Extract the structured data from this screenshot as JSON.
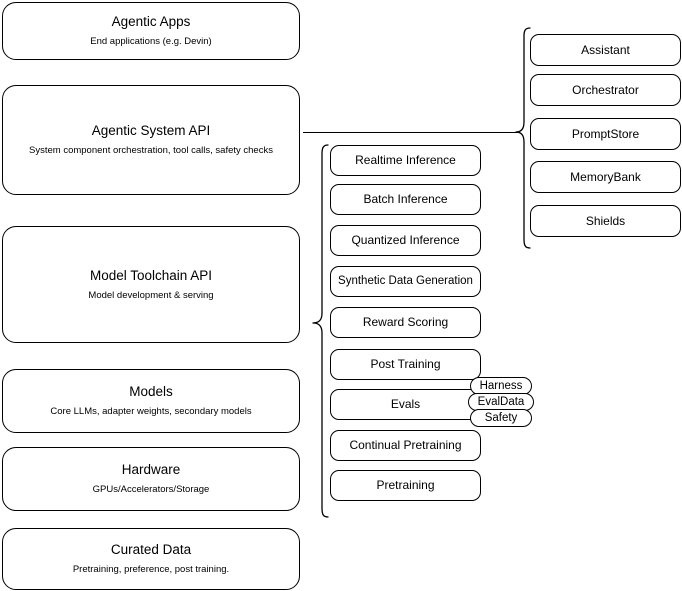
{
  "diagram": {
    "title": "AI Stack Layers Diagram",
    "background_color": "#ffffff",
    "line_color": "#000000"
  },
  "layers": [
    {
      "name": "agentic-apps",
      "title": "Agentic Apps",
      "subtitle": "End applications (e.g. Devin)"
    },
    {
      "name": "agentic-system-api",
      "title": "Agentic System API",
      "subtitle": "System component orchestration, tool calls, safety checks"
    },
    {
      "name": "model-toolchain-api",
      "title": "Model Toolchain API",
      "subtitle": "Model development & serving"
    },
    {
      "name": "models",
      "title": "Models",
      "subtitle": "Core LLMs, adapter weights, secondary models"
    },
    {
      "name": "hardware",
      "title": "Hardware",
      "subtitle": "GPUs/Accelerators/Storage"
    },
    {
      "name": "curated-data",
      "title": "Curated Data",
      "subtitle": "Pretraining, preference, post training."
    }
  ],
  "agentic_components": [
    {
      "name": "assistant",
      "label": "Assistant"
    },
    {
      "name": "orchestrator",
      "label": "Orchestrator"
    },
    {
      "name": "promptstore",
      "label": "PromptStore"
    },
    {
      "name": "memorybank",
      "label": "MemoryBank"
    },
    {
      "name": "shields",
      "label": "Shields"
    }
  ],
  "toolchain_components": [
    {
      "name": "realtime-inference",
      "label": "Realtime Inference"
    },
    {
      "name": "batch-inference",
      "label": "Batch Inference"
    },
    {
      "name": "quantized-inference",
      "label": "Quantized Inference"
    },
    {
      "name": "synthetic-data-generation",
      "label": "Synthetic Data Generation"
    },
    {
      "name": "reward-scoring",
      "label": "Reward Scoring"
    },
    {
      "name": "post-training",
      "label": "Post Training"
    },
    {
      "name": "evals",
      "label": "Evals"
    },
    {
      "name": "continual-pretraining",
      "label": "Continual Pretraining"
    },
    {
      "name": "pretraining",
      "label": "Pretraining"
    }
  ],
  "evals_tags": [
    {
      "name": "harness",
      "label": "Harness"
    },
    {
      "name": "evaldata",
      "label": "EvalData"
    },
    {
      "name": "safety",
      "label": "Safety"
    }
  ]
}
